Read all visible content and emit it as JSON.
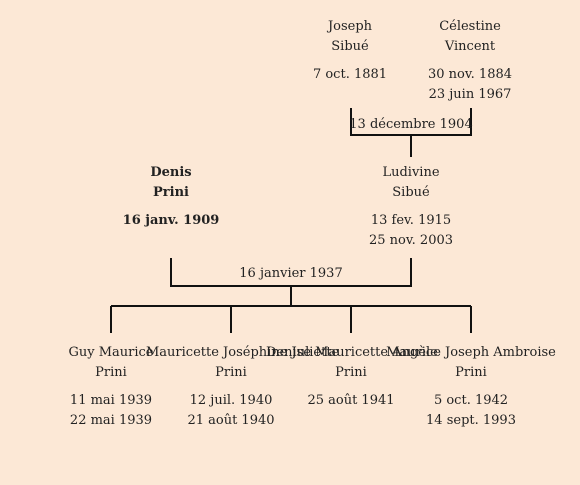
{
  "grandparents": {
    "father": {
      "first_name": "Joseph",
      "last_name": "Sibué",
      "birth": "7 oct. 1881",
      "death": ""
    },
    "mother": {
      "first_name": "Célestine",
      "last_name": "Vincent",
      "birth": "30 nov. 1884",
      "death": "23 juin 1967"
    },
    "marriage": "13 décembre 1904"
  },
  "parents": {
    "father": {
      "first_name": "Denis",
      "last_name": "Prini",
      "birth": "16 janv. 1909",
      "death": ""
    },
    "mother": {
      "first_name": "Ludivine",
      "last_name": "Sibué",
      "birth": "13 fev. 1915",
      "death": "25 nov. 2003"
    },
    "marriage": "16 janvier 1937"
  },
  "children": [
    {
      "first_name": "Guy Maurice",
      "last_name": "Prini",
      "birth": "11 mai 1939",
      "death": "22 mai 1939"
    },
    {
      "first_name": "Mauricette Joséphine Juliette",
      "last_name": "Prini",
      "birth": "12 juil. 1940",
      "death": "21 août 1940"
    },
    {
      "first_name": "Denise Mauricette Angèle",
      "last_name": "Prini",
      "birth": "25 août 1941",
      "death": ""
    },
    {
      "first_name": "Maurice Joseph Ambroise",
      "last_name": "Prini",
      "birth": "5 oct. 1942",
      "death": "14 sept. 1993"
    }
  ]
}
